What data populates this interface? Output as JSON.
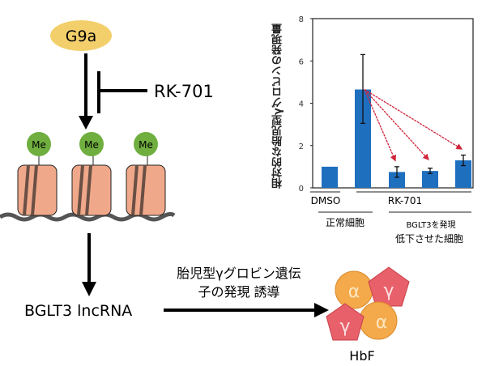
{
  "diagram": {
    "enzyme": "G9a",
    "inhibitor": "RK-701",
    "methyl_label": "Me",
    "lncrna": "BGLT3 lncRNA",
    "induction_line1": "胎児型γグロビン遺伝",
    "induction_line2": "子の発現 誘導",
    "hbf_label": "HbF",
    "alpha": "α",
    "gamma": "γ"
  },
  "colors": {
    "bar": "#1f6fbf",
    "arrow_red": "#d0243a",
    "g9a": "#f3cf6b",
    "me": "#6fae3f",
    "nucleosome": "#f0a88a"
  },
  "chart_data": {
    "type": "bar",
    "ylabel": "相対的な胎児型γグロビンの発現量",
    "ylim": [
      0,
      8
    ],
    "yticks": [
      "0",
      "2",
      "4",
      "6",
      "8"
    ],
    "ytick_values": [
      0,
      2,
      4,
      6,
      8
    ],
    "values": [
      1.0,
      4.65,
      0.75,
      0.8,
      1.3
    ],
    "error_low": [
      1.0,
      3.05,
      0.5,
      0.68,
      1.05
    ],
    "error_high": [
      1.0,
      6.3,
      1.0,
      0.93,
      1.55
    ],
    "group_labels": {
      "dmso": "DMSO",
      "rk701": "RK-701",
      "normal_cells": "正常細胞",
      "bglt3_line1": "BGLT3を発現",
      "bglt3_line2": "低下させた細胞"
    }
  }
}
